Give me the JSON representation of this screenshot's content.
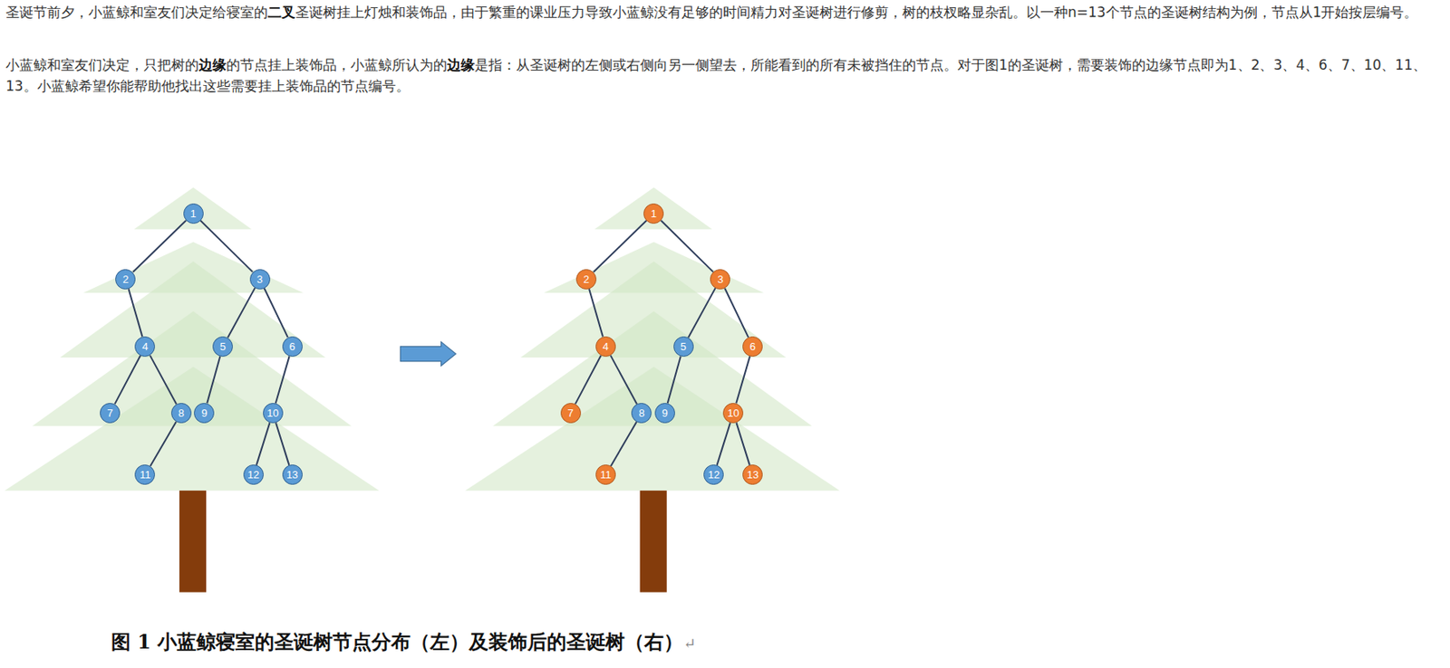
{
  "diagram": {
    "caption": "图 1 小蓝鲸寝室的圣诞树节点分布（左）及装饰后的圣诞树（右）",
    "nodes": [
      {
        "text": [
          "1"
        ]
      },
      {
        "text": [
          "2"
        ]
      },
      {
        "text": [
          "3"
        ]
      },
      {
        "text": [
          "4"
        ]
      },
      {
        "text": [
          "5"
        ]
      },
      {
        "text": [
          "6"
        ]
      },
      {
        "text": [
          "7"
        ]
      },
      {
        "text": [
          "8"
        ]
      },
      {
        "text": [
          "9"
        ]
      },
      {
        "text": [
          "10"
        ]
      },
      {
        "text": [
          "11"
        ]
      },
      {
        "text": [
          "12"
        ]
      },
      {
        "text": [
          "13"
        ]
      },
      {
        "text": [
          "1"
        ]
      },
      {
        "text": [
          "2"
        ]
      },
      {
        "text": [
          "3"
        ]
      },
      {
        "text": [
          "4"
        ]
      },
      {
        "text": [
          "5"
        ]
      },
      {
        "text": [
          "6"
        ]
      },
      {
        "text": [
          "7"
        ]
      },
      {
        "text": [
          "8"
        ]
      },
      {
        "text": [
          "9"
        ]
      },
      {
        "text": [
          "10"
        ]
      },
      {
        "text": [
          "11"
        ]
      },
      {
        "text": [
          "12"
        ]
      },
      {
        "text": [
          "13"
        ]
      }
    ],
    "edges": [
      {
        "from": 0,
        "to": 1,
        "arrow": "none"
      },
      {
        "from": 0,
        "to": 2,
        "arrow": "none"
      },
      {
        "from": 1,
        "to": 3,
        "arrow": "none"
      },
      {
        "from": 2,
        "to": 4,
        "arrow": "none"
      },
      {
        "from": 2,
        "to": 5,
        "arrow": "none"
      },
      {
        "from": 3,
        "to": 6,
        "arrow": "none"
      },
      {
        "from": 3,
        "to": 7,
        "arrow": "none"
      },
      {
        "from": 4,
        "to": 8,
        "arrow": "none"
      },
      {
        "from": 5,
        "to": 9,
        "arrow": "none"
      },
      {
        "from": 7,
        "to": 10,
        "arrow": "none"
      },
      {
        "from": 9,
        "to": 11,
        "arrow": "none"
      },
      {
        "from": 9,
        "to": 12,
        "arrow": "none"
      },
      {
        "from": 13,
        "to": 14,
        "arrow": "none"
      },
      {
        "from": 13,
        "to": 15,
        "arrow": "none"
      },
      {
        "from": 14,
        "to": 16,
        "arrow": "none"
      },
      {
        "from": 15,
        "to": 17,
        "arrow": "none"
      },
      {
        "from": 15,
        "to": 18,
        "arrow": "none"
      },
      {
        "from": 16,
        "to": 19,
        "arrow": "none"
      },
      {
        "from": 16,
        "to": 20,
        "arrow": "none"
      },
      {
        "from": 17,
        "to": 21,
        "arrow": "none"
      },
      {
        "from": 18,
        "to": 22,
        "arrow": "none"
      },
      {
        "from": 20,
        "to": 23,
        "arrow": "none"
      },
      {
        "from": 22,
        "to": 24,
        "arrow": "none"
      },
      {
        "from": 22,
        "to": 25,
        "arrow": "none"
      }
    ],
    "labels": [
      "圣诞节前夕，小蓝鲸和室友们决定给寝室的",
      "二叉",
      "圣诞树挂上灯烛和装饰品，由于繁重的课业压力导致小蓝鲸没有足够的时间精力对圣诞树进行修剪，树的枝杈略显杂乱。以一种n=13个节点的圣诞树结构为例，节点从1开始按层编号。",
      "小蓝鲸和室友们决定，只把树的",
      "边缘",
      "的节点挂上装饰品，小蓝鲸所认为的",
      "边缘",
      "是指：从圣诞树的左侧或右侧向另一侧望去，所能看到的所有未被挡住的节点。对于图1的圣诞树，需要装饰的边缘节点即为1、2、3、4、6、7、10、11、13。小蓝鲸希望你能帮助他找出这些需要挂上装饰品的节点编号。",
      "↵"
    ]
  }
}
